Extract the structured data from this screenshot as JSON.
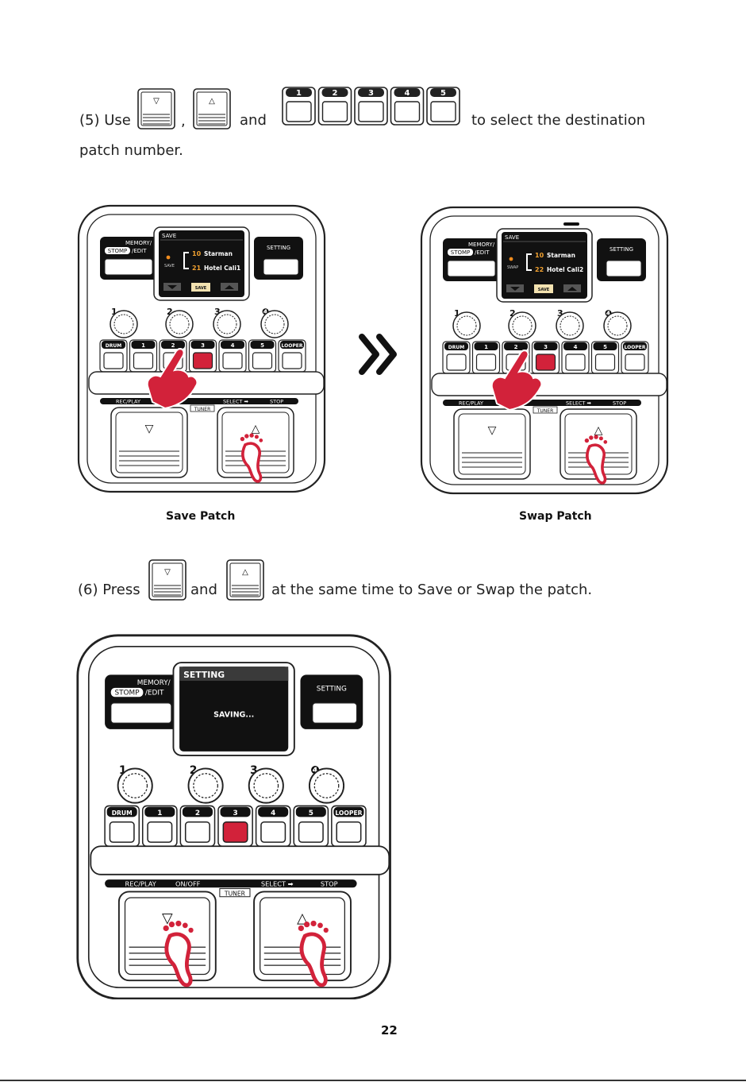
{
  "step5": {
    "prefix": "(5) Use",
    "comma": ",",
    "and": "and",
    "suffix": "to select the destination",
    "line2": "patch number."
  },
  "step6": {
    "prefix": "(6) Press",
    "and": "and",
    "suffix": "at the same time to Save or Swap the patch."
  },
  "icons": {
    "down_symbol": "▽",
    "up_symbol": "△",
    "number_keys": [
      "1",
      "2",
      "3",
      "4",
      "5"
    ]
  },
  "device": {
    "memory_label_top": "MEMORY/",
    "stomp_label": "STOMP",
    "edit_label": "/EDIT",
    "setting_label": "SETTING",
    "knob_labels": [
      "1",
      "2",
      "3",
      "❹"
    ],
    "button_labels": [
      "DRUM",
      "1",
      "2",
      "3",
      "4",
      "5",
      "LOOPER"
    ],
    "rec_play": "REC/PLAY",
    "on_off": "ON/OFF",
    "off_partial": "OFF",
    "tuner": "TUNER",
    "select": "SELECT ➡",
    "stop": "STOP",
    "accent_color": "#d2223a",
    "foot_color": "#d2223a"
  },
  "save_screen": {
    "header": "SAVE",
    "side_label": "SAVE",
    "top_num": "10",
    "top_name": "Starman",
    "bottom_num": "21",
    "bottom_name": "Hotel Cali1",
    "button": "SAVE"
  },
  "swap_screen": {
    "header": "SAVE",
    "side_label": "SWAP",
    "top_num": "10",
    "top_name": "Starman",
    "bottom_num": "22",
    "bottom_name": "Hotel Cali2",
    "button": "SAVE"
  },
  "saving_screen": {
    "header": "SETTING",
    "message": "SAVING..."
  },
  "captions": {
    "left": "Save Patch",
    "right": "Swap Patch"
  },
  "page_number": "22"
}
